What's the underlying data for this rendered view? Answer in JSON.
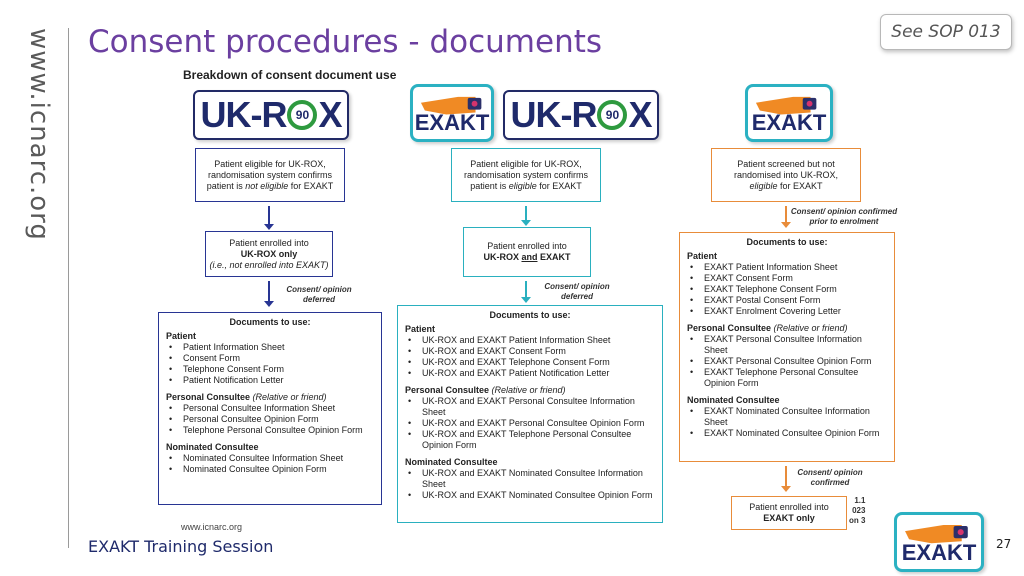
{
  "slide": {
    "side_url": "www.icnarc.org",
    "title": "Consent procedures - documents",
    "sop_badge": "See SOP 013",
    "footer": "EXAKT Training Session",
    "page_number": "27",
    "footer_logo": "EXAKT"
  },
  "figure": {
    "title": "Breakdown of consent document use",
    "source": "www.icnarc.org",
    "version_lines": [
      "1.1",
      "023",
      "on 3"
    ],
    "logos": {
      "ukrox_text_left": "UK-R",
      "ukrox_circle": "90",
      "ukrox_text_right": "X",
      "exakt": "EXAKT"
    },
    "colors": {
      "navy": "#283593",
      "teal": "#2ab0bf",
      "orange": "#e88c3a",
      "title_purple": "#6b3fa0"
    },
    "col1": {
      "step1_a": "Patient eligible for UK-ROX,",
      "step1_b": "randomisation system confirms",
      "step1_c1": "patient is ",
      "step1_c2": "not eligible",
      "step1_c3": " for EXAKT",
      "step2_a": "Patient enrolled into",
      "step2_b": "UK-ROX only",
      "step2_c": "(i.e., not enrolled into EXAKT)",
      "note_a": "Consent/ opinion",
      "note_b": "deferred",
      "docs_title": "Documents to use:",
      "sections": [
        {
          "heading": "Patient",
          "heading_suffix": "",
          "items": [
            "Patient Information Sheet",
            "Consent Form",
            "Telephone Consent Form",
            "Patient Notification Letter"
          ]
        },
        {
          "heading": "Personal Consultee",
          "heading_suffix": " (Relative or friend)",
          "items": [
            "Personal Consultee Information Sheet",
            "Personal Consultee Opinion Form",
            "Telephone Personal Consultee Opinion Form"
          ]
        },
        {
          "heading": "Nominated Consultee",
          "heading_suffix": "",
          "items": [
            "Nominated Consultee Information Sheet",
            "Nominated Consultee Opinion Form"
          ]
        }
      ]
    },
    "col2": {
      "step1_a": "Patient eligible for UK-ROX,",
      "step1_b": "randomisation system confirms",
      "step1_c1": "patient is ",
      "step1_c2": "eligible",
      "step1_c3": " for EXAKT",
      "step2_a": "Patient enrolled into",
      "step2_b1": "UK-ROX ",
      "step2_b2": "and",
      "step2_b3": " EXAKT",
      "note_a": "Consent/ opinion",
      "note_b": "deferred",
      "docs_title": "Documents to use:",
      "sections": [
        {
          "heading": "Patient",
          "heading_suffix": "",
          "items": [
            "UK-ROX and EXAKT Patient Information Sheet",
            "UK-ROX and EXAKT Consent Form",
            "UK-ROX and EXAKT Telephone Consent Form",
            "UK-ROX and EXAKT Patient Notification Letter"
          ]
        },
        {
          "heading": "Personal Consultee",
          "heading_suffix": " (Relative or friend)",
          "items": [
            "UK-ROX and EXAKT Personal Consultee Information Sheet",
            "UK-ROX and EXAKT Personal Consultee Opinion Form",
            "UK-ROX and EXAKT Telephone Personal Consultee Opinion Form"
          ]
        },
        {
          "heading": "Nominated Consultee",
          "heading_suffix": "",
          "items": [
            "UK-ROX and EXAKT Nominated Consultee Information Sheet",
            "UK-ROX and EXAKT Nominated Consultee Opinion Form"
          ]
        }
      ]
    },
    "col3": {
      "step1_a": "Patient screened but not",
      "step1_b": "randomised into UK-ROX,",
      "step1_c1": "eligible",
      "step1_c2": " for EXAKT",
      "note1_a": "Consent/ opinion confirmed",
      "note1_b": "prior to enrolment",
      "docs_title": "Documents to use:",
      "sections": [
        {
          "heading": "Patient",
          "heading_suffix": "",
          "items": [
            "EXAKT Patient Information Sheet",
            "EXAKT Consent Form",
            "EXAKT Telephone Consent Form",
            "EXAKT Postal Consent Form",
            "EXAKT Enrolment Covering Letter"
          ]
        },
        {
          "heading": "Personal Consultee",
          "heading_suffix": " (Relative or friend)",
          "items": [
            "EXAKT Personal Consultee Information Sheet",
            "EXAKT Personal Consultee Opinion Form",
            "EXAKT Telephone Personal Consultee Opinion Form"
          ]
        },
        {
          "heading": "Nominated Consultee",
          "heading_suffix": "",
          "items": [
            "EXAKT Nominated Consultee Information Sheet",
            "EXAKT Nominated Consultee Opinion Form"
          ]
        }
      ],
      "note2_a": "Consent/ opinion",
      "note2_b": "confirmed",
      "step2_a": "Patient enrolled into",
      "step2_b": "EXAKT only"
    }
  }
}
